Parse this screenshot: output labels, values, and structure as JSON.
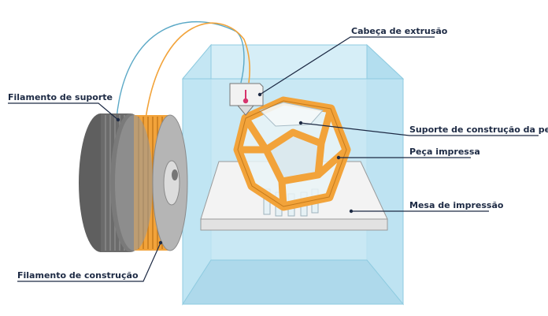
{
  "labels": {
    "extrusion_head": "Cabeça de extrusão",
    "support_structure": "Suporte de construção da peça",
    "printed_part": "Peça impressa",
    "build_plate": "Mesa de impressão",
    "support_filament": "Filamento de suporte",
    "build_filament": "Filamento de construção"
  },
  "colors": {
    "enclosure": "#bfe4f2",
    "enclosure_edge": "#8fcbe0",
    "orange": "#f2a33a",
    "orange_dark": "#c47a1c",
    "spool_dark": "#5f5f5f",
    "spool_mid": "#8a8a8a",
    "plate": "#f3f3f3",
    "text": "#1d2a44",
    "support_line": "#5aa8c6",
    "heater": "#d6336c"
  },
  "icons": {
    "heater": "thermometer-icon"
  }
}
